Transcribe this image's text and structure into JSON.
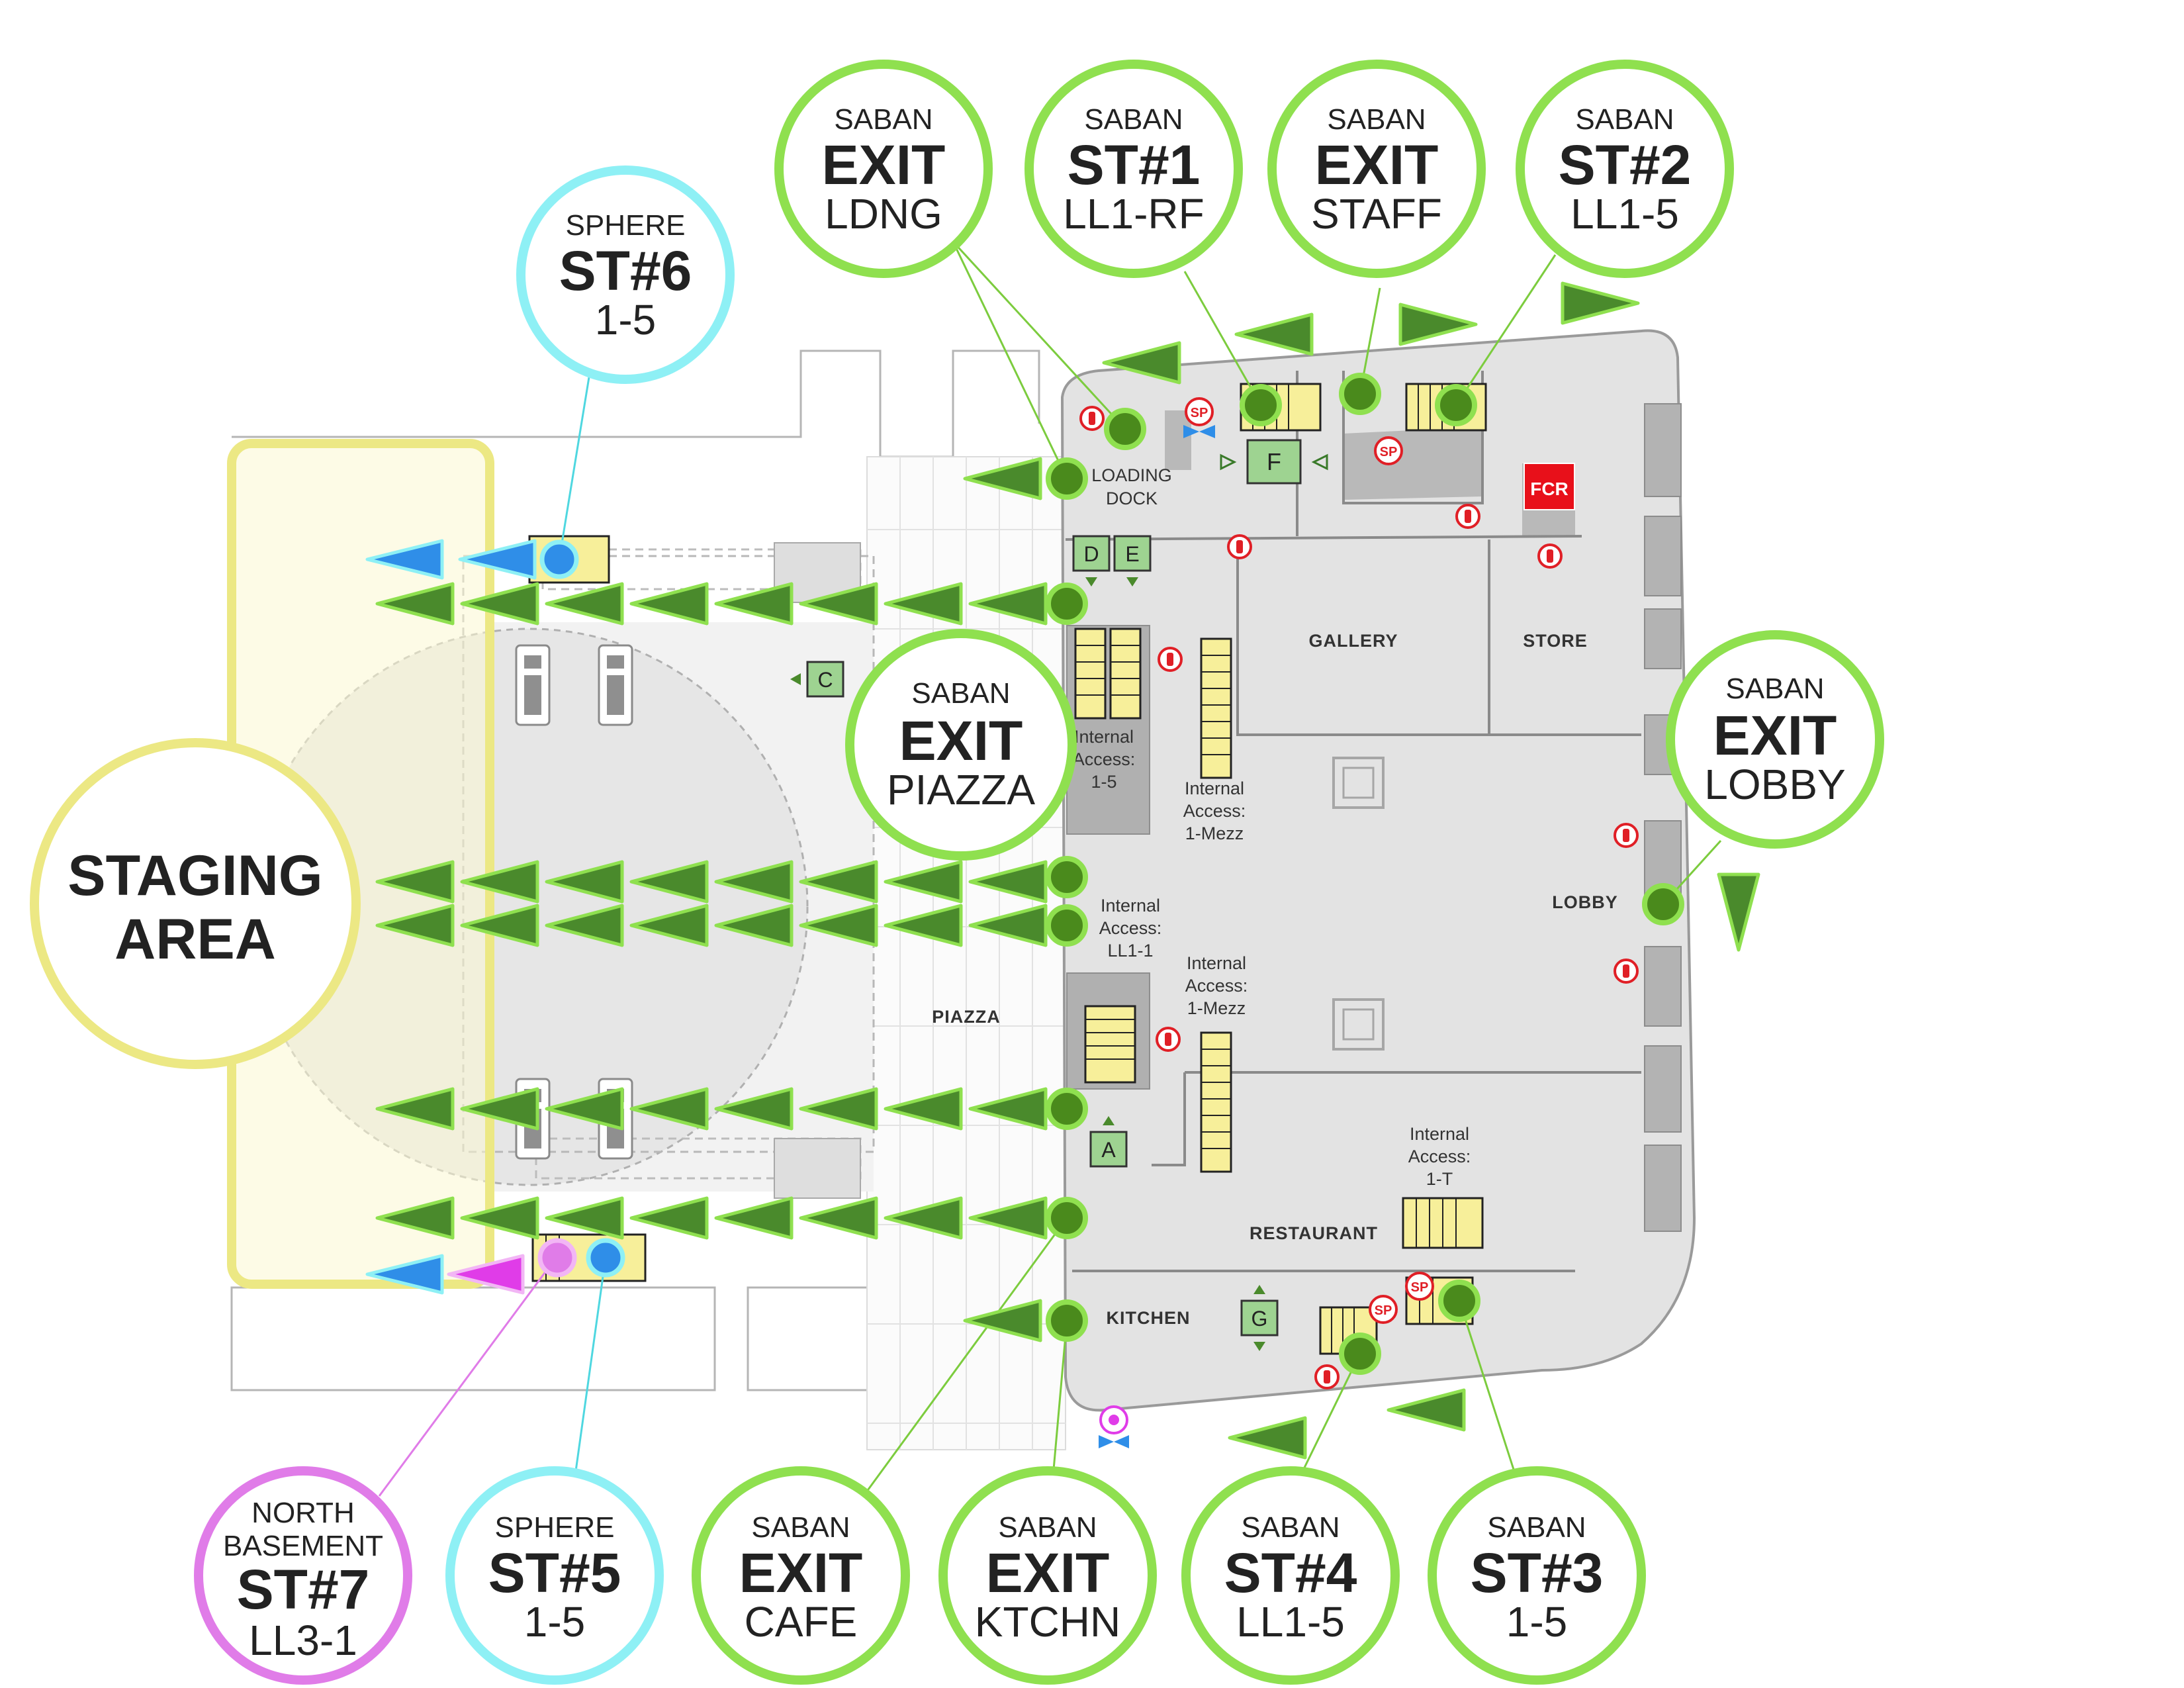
{
  "staging": {
    "line1": "STAGING",
    "line2": "AREA"
  },
  "callouts": [
    {
      "id": "saban-exit-ldng",
      "top": "SABAN",
      "main": "EXIT",
      "sub": "LDNG"
    },
    {
      "id": "saban-st1",
      "top": "SABAN",
      "main": "ST#1",
      "sub": "LL1-RF"
    },
    {
      "id": "saban-exit-staff",
      "top": "SABAN",
      "main": "EXIT",
      "sub": "STAFF"
    },
    {
      "id": "saban-st2",
      "top": "SABAN",
      "main": "ST#2",
      "sub": "LL1-5"
    },
    {
      "id": "sphere-st6",
      "top": "SPHERE",
      "main": "ST#6",
      "sub": "1-5"
    },
    {
      "id": "saban-exit-piazza",
      "top": "SABAN",
      "main": "EXIT",
      "sub": "PIAZZA"
    },
    {
      "id": "saban-exit-lobby",
      "top": "SABAN",
      "main": "EXIT",
      "sub": "LOBBY"
    },
    {
      "id": "north-basement-st7",
      "top": "NORTH",
      "top2": "BASEMENT",
      "main": "ST#7",
      "sub": "LL3-1"
    },
    {
      "id": "sphere-st5",
      "top": "SPHERE",
      "main": "ST#5",
      "sub": "1-5"
    },
    {
      "id": "saban-exit-cafe",
      "top": "SABAN",
      "main": "EXIT",
      "sub": "CAFE"
    },
    {
      "id": "saban-exit-ktchn",
      "top": "SABAN",
      "main": "EXIT",
      "sub": "KTCHN"
    },
    {
      "id": "saban-st4",
      "top": "SABAN",
      "main": "ST#4",
      "sub": "LL1-5"
    },
    {
      "id": "saban-st3",
      "top": "SABAN",
      "main": "ST#3",
      "sub": "1-5"
    }
  ],
  "rooms": {
    "loading_dock_1": "LOADING",
    "loading_dock_2": "DOCK",
    "gallery": "GALLERY",
    "store": "STORE",
    "lobby": "LOBBY",
    "piazza": "PIAZZA",
    "restaurant": "RESTAURANT",
    "kitchen": "KITCHEN",
    "fcr": "FCR"
  },
  "access_labels": {
    "ia_1_5": [
      "Internal",
      "Access:",
      "1-5"
    ],
    "ia_1_mezz_top": [
      "Internal",
      "Access:",
      "1-Mezz"
    ],
    "ia_ll1_1": [
      "Internal",
      "Access:",
      "LL1-1"
    ],
    "ia_1_mezz_mid": [
      "Internal",
      "Access:",
      "1-Mezz"
    ],
    "ia_1_t": [
      "Internal",
      "Access:",
      "1-T"
    ]
  },
  "markers": {
    "a": "A",
    "c": "C",
    "d": "D",
    "e": "E",
    "f": "F",
    "g": "G",
    "sp": "SP"
  },
  "colors": {
    "exit_green": "#8fe04f",
    "arrow_green": "#4a8a2c",
    "sphere_cyan": "#8ef0f5",
    "sphere_blue": "#2f8ee8",
    "basement_magenta": "#e07ce8",
    "staging_yellow": "#ece884",
    "floor_gray": "#e3e3e3",
    "fcr_red": "#e8101a"
  },
  "icons": [
    "fire-extinguisher-icon",
    "standpipe-icon",
    "valve-icon",
    "fire-department-connection-icon"
  ]
}
